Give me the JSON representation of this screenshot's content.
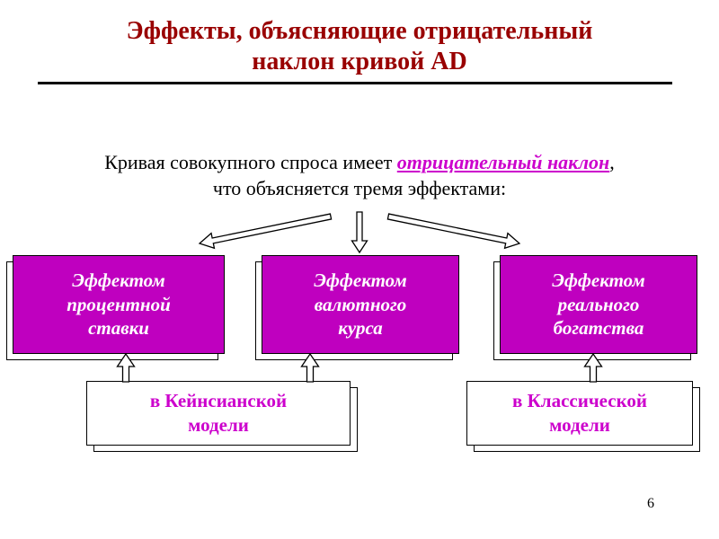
{
  "slide": {
    "page_number": "6"
  },
  "title": {
    "text": "Эффекты, объясняющие отрицательный\nнаклон кривой AD"
  },
  "intro": {
    "before": "Кривая совокупного спроса имеет ",
    "highlight": "отрицательный наклон",
    "after": ",",
    "line2": "что объясняется тремя эффектами:"
  },
  "effects": [
    {
      "label": "Эффектом процентной ставки"
    },
    {
      "label": "Эффектом валютного курса"
    },
    {
      "label": "Эффектом реального богатства"
    }
  ],
  "models": [
    {
      "label": "в Кейнсианской модели"
    },
    {
      "label": "в Классической модели"
    }
  ],
  "colors": {
    "title": "#990000",
    "accent": "#CC00CC",
    "box_fill": "#BF00BF",
    "box_text": "#FFFFFF"
  }
}
